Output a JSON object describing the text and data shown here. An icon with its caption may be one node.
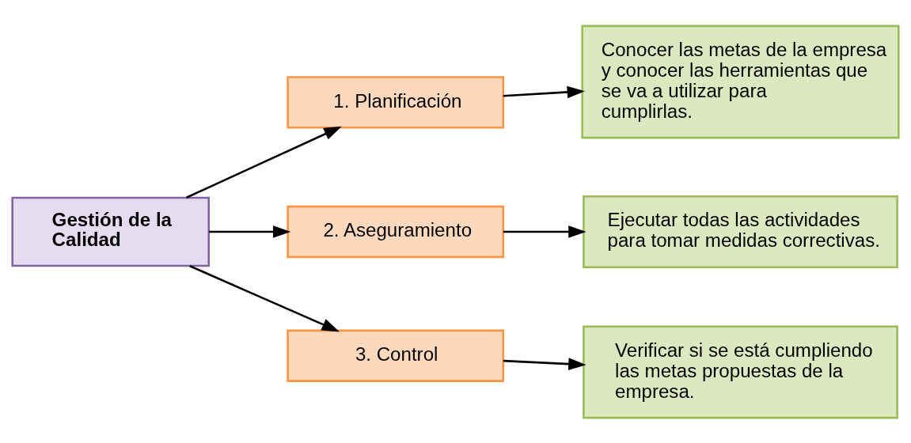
{
  "diagram": {
    "nodes": [
      {
        "text": [
          "Gestión de la Calidad"
        ]
      },
      {
        "text": [
          "1. Planificación"
        ]
      },
      {
        "text": [
          "2. Aseguramiento"
        ]
      },
      {
        "text": [
          "3. Control"
        ]
      },
      {
        "text": [
          "Conocer las metas de la empresa y conocer las herramientas que se va a utilizar para cumplirlas."
        ]
      },
      {
        "text": [
          "Ejecutar todas las actividades para tomar medidas correctivas."
        ]
      },
      {
        "text": [
          "Verificar si se está cumpliendo las metas propuestas de la empresa."
        ]
      }
    ],
    "edges": [
      {
        "from": 0,
        "to": 1,
        "arrow": "to"
      },
      {
        "from": 0,
        "to": 2,
        "arrow": "to"
      },
      {
        "from": 0,
        "to": 3,
        "arrow": "to"
      },
      {
        "from": 1,
        "to": 4,
        "arrow": "to"
      },
      {
        "from": 2,
        "to": 5,
        "arrow": "to"
      },
      {
        "from": 3,
        "to": 6,
        "arrow": "to"
      }
    ]
  }
}
